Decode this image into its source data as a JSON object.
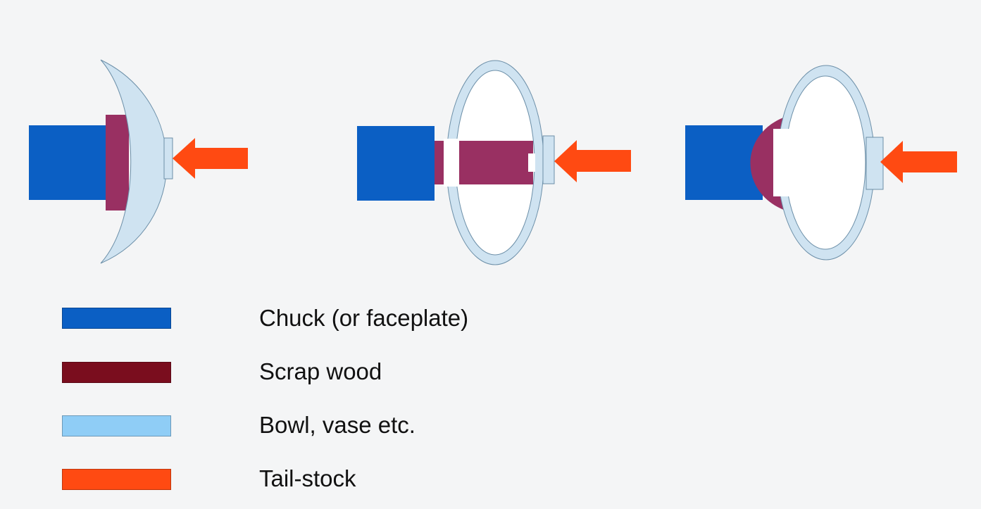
{
  "colors": {
    "chuck": "#0b5fc4",
    "scrap_wood_diagram": "#993062",
    "scrap_wood_legend": "#7a0d1e",
    "bowl": "#cfe3f1",
    "bowl_stroke": "#6c8fa8",
    "bowl_legend": "#8fcdf6",
    "tailstock": "#ff4a12",
    "background": "#f4f5f6"
  },
  "diagrams": [
    {
      "name": "open-bowl-mount"
    },
    {
      "name": "closed-vessel-scrap-plug-mount"
    },
    {
      "name": "closed-vessel-jam-chuck-mount"
    }
  ],
  "legend": {
    "items": [
      {
        "key": "chuck",
        "label": "Chuck (or faceplate)",
        "color": "#0b5fc4"
      },
      {
        "key": "scrap-wood",
        "label": "Scrap wood",
        "color": "#7a0d1e"
      },
      {
        "key": "bowl",
        "label": "Bowl, vase etc.",
        "color": "#8fcdf6"
      },
      {
        "key": "tail-stock",
        "label": "Tail-stock",
        "color": "#ff4a12"
      }
    ]
  }
}
